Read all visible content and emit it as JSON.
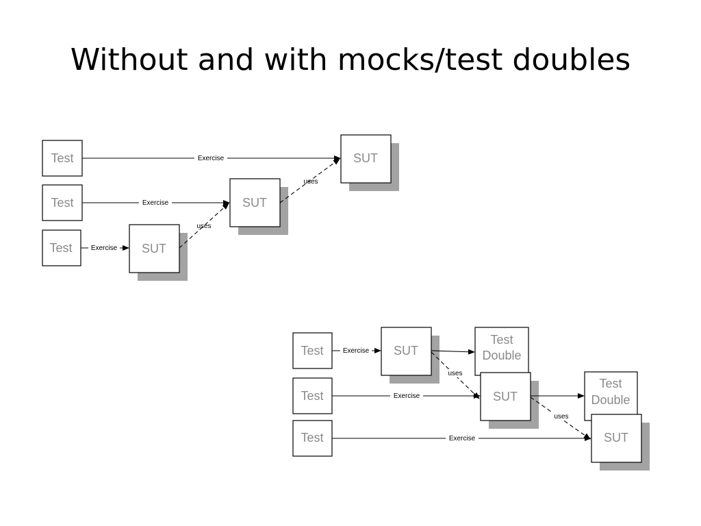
{
  "slide": {
    "title": "Without and with mocks/test doubles"
  },
  "labels": {
    "test": "Test",
    "sut": "SUT",
    "test_double_line1": "Test",
    "test_double_line2": "Double",
    "exercise": "Exercise",
    "uses": "uses"
  },
  "diagram_without": {
    "rows": [
      {
        "test": "Test",
        "edge": "Exercise",
        "target": "SUT"
      },
      {
        "test": "Test",
        "edge": "Exercise",
        "target": "SUT"
      },
      {
        "test": "Test",
        "edge": "Exercise",
        "target": "SUT"
      }
    ],
    "dependency_edges": [
      "uses",
      "uses"
    ]
  },
  "diagram_with": {
    "rows": [
      {
        "test": "Test",
        "edge": "Exercise",
        "target": "SUT"
      },
      {
        "test": "Test",
        "edge": "Exercise",
        "target": "SUT"
      },
      {
        "test": "Test",
        "edge": "Exercise",
        "target": "SUT"
      }
    ],
    "doubles": [
      "Test Double",
      "Test Double"
    ],
    "dependency_edges": [
      "uses",
      "uses"
    ]
  }
}
